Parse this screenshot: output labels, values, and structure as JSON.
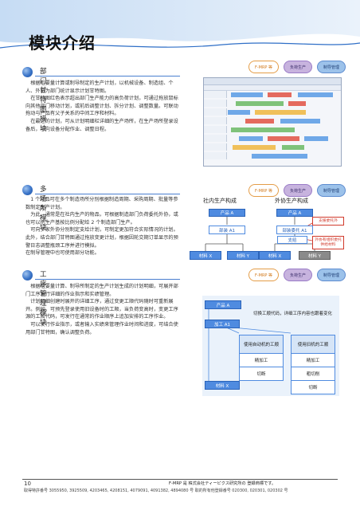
{
  "page": {
    "title": "模块介绍",
    "page_number": "10"
  },
  "sections": [
    {
      "title": "部门甘特图模块",
      "paragraphs": [
        "根据粗要量计算或制导制定的生产计划，以机械设备、制造组、个人、外协为部门统计显示计划甘特图。",
        "在甘特图红色表示超出部门生产能力的高负荷计划，可通过拖放鼠标向其他部门移动计划，或前后调整计划、拆分计划、调整数量。可联动拖动与产品有父子关系的中间工序和材料。",
        "在最近的计划，可从计划明细栏详细的生产场所，在生产场所登录设备后，可向设备分配作业、调整日程。"
      ],
      "pills": [
        "F-MRP 等",
        "负荷生产",
        "制导管理"
      ]
    },
    {
      "title": "多场所模块",
      "paragraphs": [
        "1 个物品可在多个制造场所分别根据制造周期、采购周期、批量等参数制定生产计划。",
        "为此，通常是在社内生产的物品，可根据制造部门负荷委托外协，或也可以把生产基按比例分配给 2 个制造部门生产。",
        "可向多家外协分别制定支给计划，可制定更加符合实际情况的计划。此外，结合部门甘特图通过拖放变更计划，根据因轮交期订单显示的预警日志调整瓶颈工序并进行模拟。",
        "在制导管理中也可使用部分功能。"
      ],
      "pills": [
        "F-MRP 等",
        "负荷生产",
        "制导管理"
      ]
    },
    {
      "title": "工序管理模块",
      "paragraphs": [
        "根据粗要量计算、制导所制定的生产计划生成的计划明细，可展开部门工序发行详细的作业指示和实绩管理。",
        "计划明细创建时展开的详细工序，通过变更工顺代码随时可重新展开。例如，可预先登录使用旧设备时的工顺，当负荷变高时，变更工序源的工顺代码，可发行在通常的作业顺序上追加安排的工序作业。",
        "可以发行作业指示，或者输入实绩来管理作业时间和进度，可结合使用部门甘特图，确认调整负荷。"
      ],
      "pills": [
        "F-MRP 等",
        "负荷生产",
        "制导管理"
      ]
    }
  ],
  "diagram_multi": {
    "left_label": "社内生产构成",
    "right_label": "外协生产构成",
    "left_product": "产品 A",
    "left_dept": "部装 A1",
    "left_mat_x": "材料 X",
    "left_mat_y": "材料 Y",
    "right_product": "产品 A",
    "right_dept": "部装委托 A1",
    "right_supply": "支给",
    "right_mat_x": "材料 X",
    "right_mat_y": "材料 Y",
    "note_1": "支援委托外",
    "note_2": "外协有组织委托供给材料"
  },
  "diagram_process": {
    "product": "产品 A",
    "process": "加工 A1",
    "material": "材料 X",
    "note": "切换工顺代码，详细工序内容也跟着变化",
    "tables": [
      {
        "header": "使用自动机的工顺",
        "rows": [
          "精加工",
          "切断"
        ]
      },
      {
        "header": "使用旧机的工顺",
        "rows": [
          "精加工",
          "粗切削",
          "切断"
        ]
      }
    ]
  },
  "footer": {
    "trademark": "F-MRP 是 株式会社ティーピクス研究所の 登録商標です。",
    "patents": "取得特許番号 3055950, 3925509, 4203465, 4208151, 4079091, 4091382, 4894080 号 取的所有他登録番号 020300, 020301, 020302 号"
  },
  "colors": {
    "accent": "#2f6fc7",
    "band": "#d7e6f6"
  }
}
